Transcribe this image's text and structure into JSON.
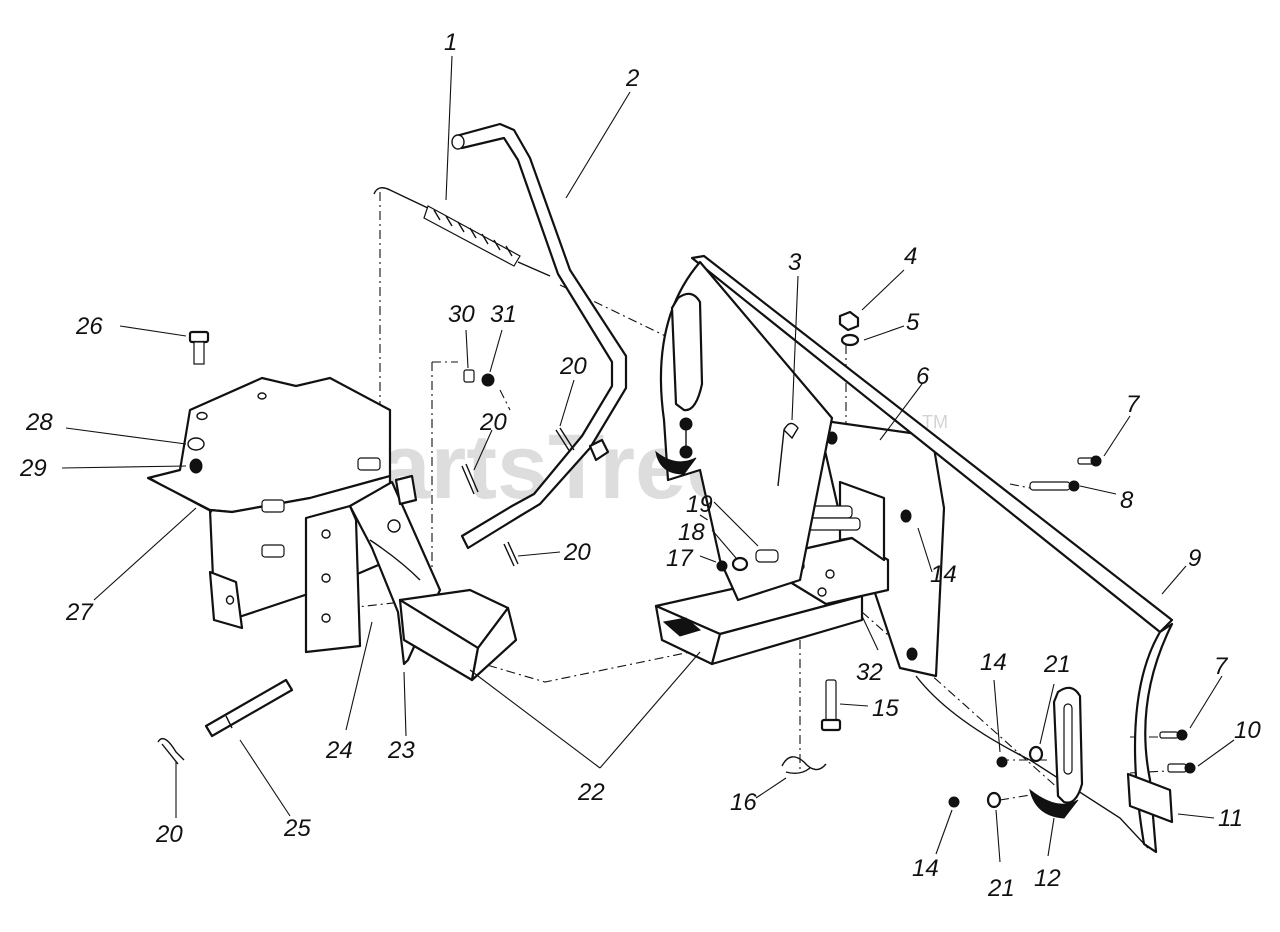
{
  "watermark": {
    "text": "PartsTree",
    "trademark": "TM"
  },
  "callouts": [
    "1",
    "2",
    "3",
    "4",
    "5",
    "6",
    "7",
    "8",
    "9",
    "10",
    "11",
    "12",
    "14",
    "15",
    "16",
    "17",
    "18",
    "19",
    "20",
    "21",
    "22",
    "23",
    "24",
    "25",
    "26",
    "27",
    "28",
    "29",
    "30",
    "31",
    "32"
  ],
  "colors": {
    "ink": "#111111",
    "background": "#ffffff",
    "watermark": "#c9c9c9"
  }
}
